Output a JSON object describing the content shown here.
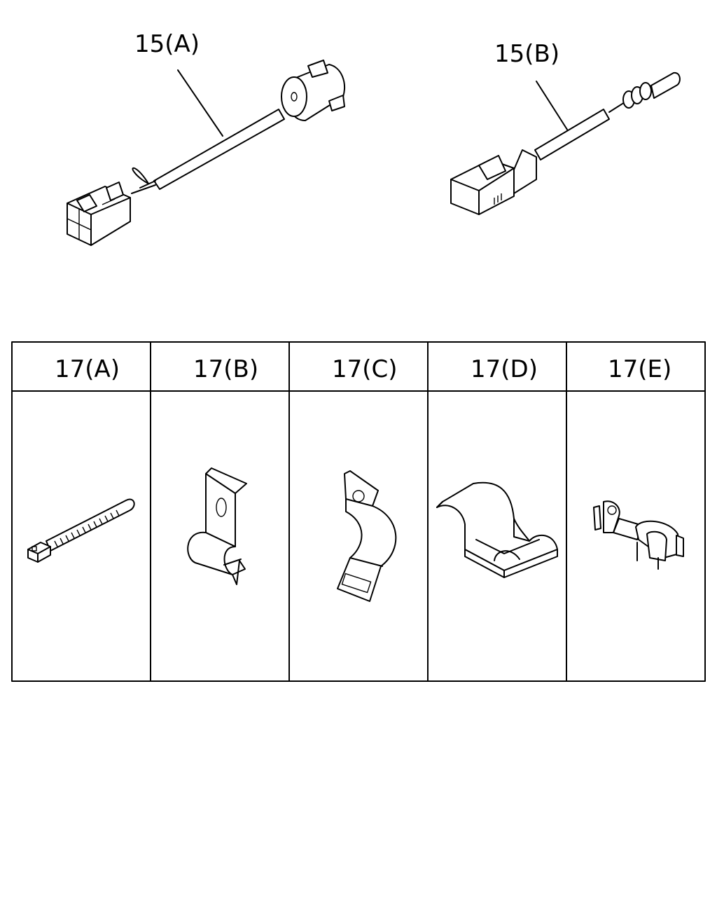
{
  "parts_top": [
    {
      "callout": "15(A)",
      "icon": "wire-harness-pigtail-6pin-icon"
    },
    {
      "callout": "15(B)",
      "icon": "wire-harness-pigtail-2pin-icon"
    }
  ],
  "clip_table": {
    "columns": [
      {
        "header": "17(A)",
        "icon": "cable-tie-icon"
      },
      {
        "header": "17(B)",
        "icon": "strap-clip-slotted-icon"
      },
      {
        "header": "17(C)",
        "icon": "strap-clip-hole-icon"
      },
      {
        "header": "17(D)",
        "icon": "double-saddle-clip-icon"
      },
      {
        "header": "17(E)",
        "icon": "twin-ring-clip-icon"
      }
    ]
  }
}
